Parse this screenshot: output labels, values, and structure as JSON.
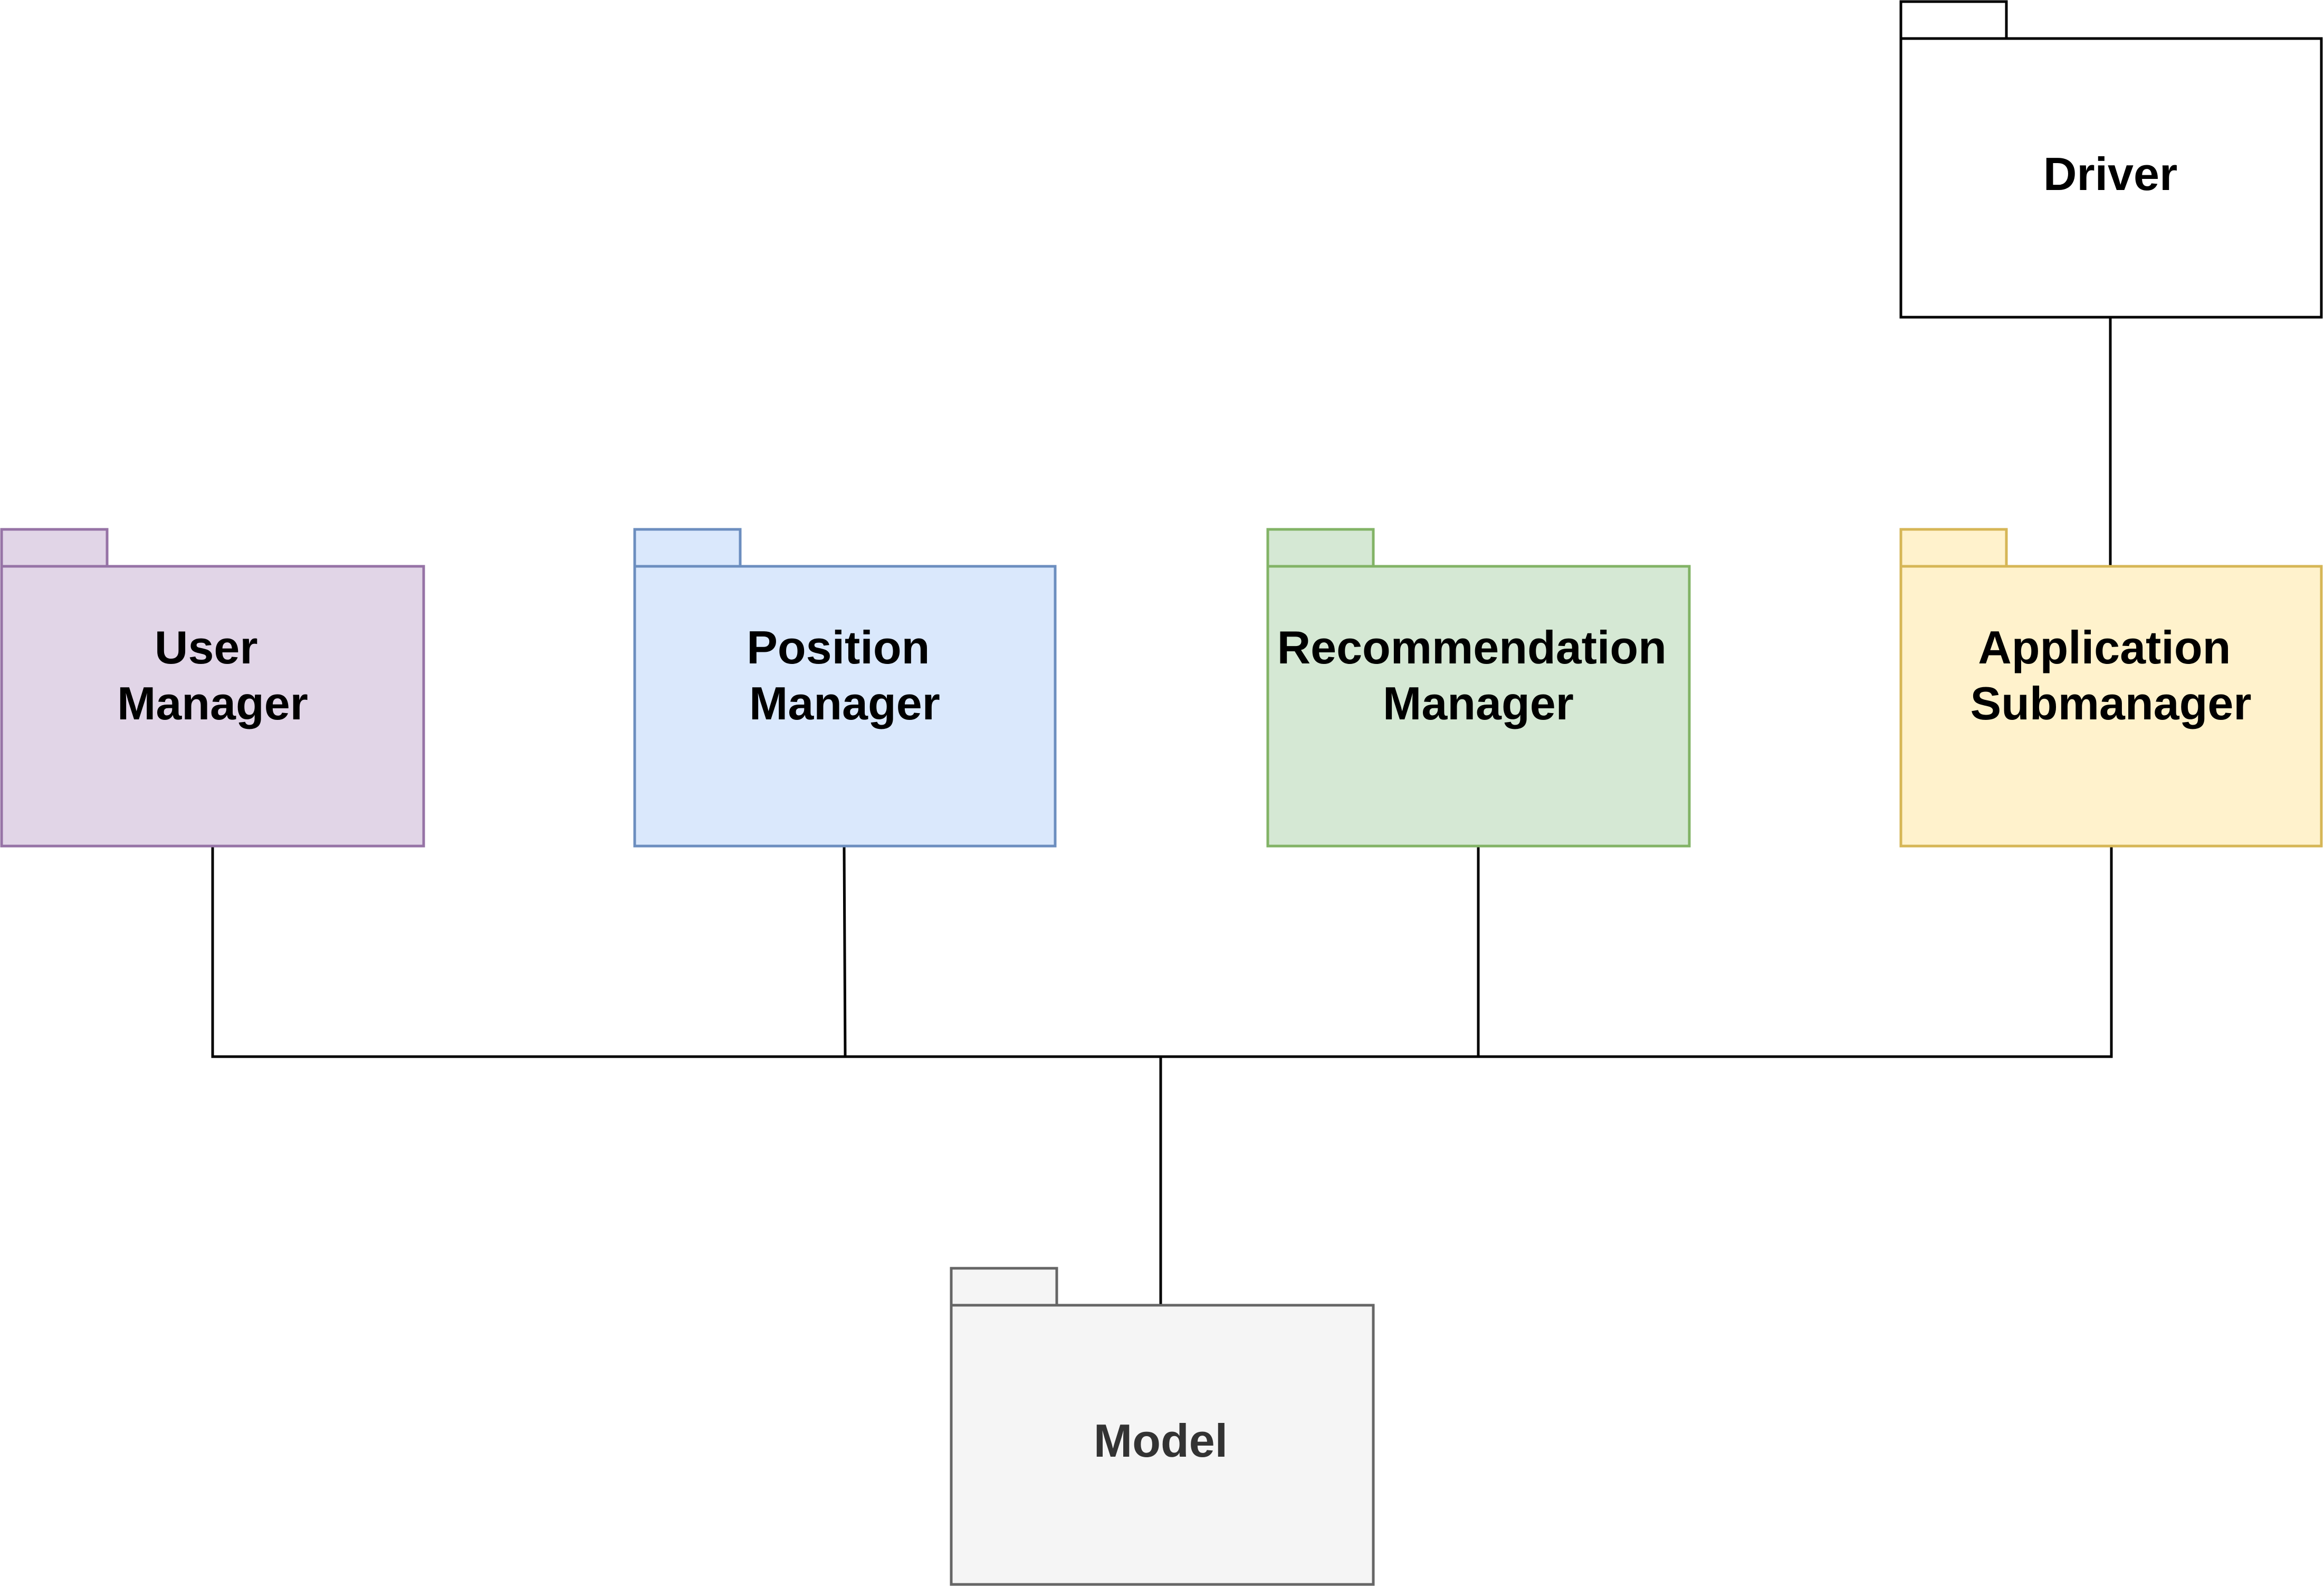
{
  "packages": [
    {
      "id": "driver",
      "lines": [
        "Driver"
      ],
      "fill": "#ffffff",
      "stroke": "#000000",
      "text_color": "#000000"
    },
    {
      "id": "user-manager",
      "lines": [
        "User",
        "Manager"
      ],
      "fill": "#e1d5e7",
      "stroke": "#9673a6",
      "text_color": "#000000"
    },
    {
      "id": "position-manager",
      "lines": [
        "Position",
        "Manager"
      ],
      "fill": "#dae8fc",
      "stroke": "#6c8ebf",
      "text_color": "#000000"
    },
    {
      "id": "recommendation-manager",
      "lines": [
        "Recommendation",
        "Manager"
      ],
      "fill": "#d5e8d4",
      "stroke": "#82b366",
      "text_color": "#000000"
    },
    {
      "id": "application-submanager",
      "lines": [
        "Application",
        "Submanager"
      ],
      "fill": "#fff2cc",
      "stroke": "#d6b656",
      "text_color": "#000000"
    },
    {
      "id": "model",
      "lines": [
        "Model"
      ],
      "fill": "#f5f5f5",
      "stroke": "#666666",
      "text_color": "#333333"
    }
  ],
  "connector_color": "#000000"
}
